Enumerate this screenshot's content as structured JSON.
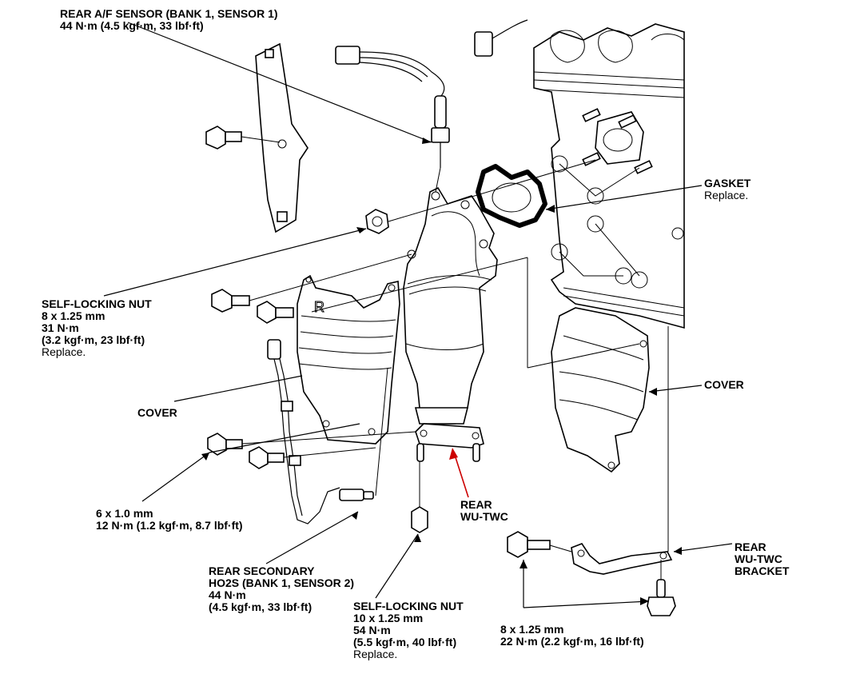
{
  "figure": {
    "title": "Rear Warm-Up Three-Way Catalytic Converter (WU-TWC) Removal/Installation",
    "highlight_color": "#cc0000",
    "line_color": "#000000",
    "background_color": "#ffffff"
  },
  "callouts": {
    "rear_af_sensor": {
      "line1": "REAR A/F SENSOR (BANK 1, SENSOR 1)",
      "line2": "44 N·m (4.5 kgf·m, 33 lbf·ft)"
    },
    "gasket": {
      "line1": "GASKET",
      "line2": "Replace."
    },
    "self_locking_nut_upper": {
      "line1": "SELF-LOCKING NUT",
      "line2": "8 x 1.25 mm",
      "line3": "31 N·m",
      "line4": "(3.2 kgf·m, 23 lbf·ft)",
      "line5": "Replace."
    },
    "cover_left": {
      "line1": "COVER"
    },
    "cover_right": {
      "line1": "COVER"
    },
    "bolt_6mm": {
      "line1": "6 x 1.0 mm",
      "line2": "12 N·m (1.2 kgf·m, 8.7 lbf·ft)"
    },
    "rear_wu_twc": {
      "line1": "REAR",
      "line2": "WU-TWC"
    },
    "rear_secondary_ho2s": {
      "line1": "REAR SECONDARY",
      "line2": "HO2S (BANK 1, SENSOR 2)",
      "line3": "44 N·m",
      "line4": "(4.5 kgf·m, 33 lbf·ft)"
    },
    "self_locking_nut_lower": {
      "line1": "SELF-LOCKING NUT",
      "line2": "10 x 1.25 mm",
      "line3": "54 N·m",
      "line4": "(5.5 kgf·m, 40 lbf·ft)",
      "line5": "Replace."
    },
    "bracket_bolt": {
      "line1": "8 x 1.25 mm",
      "line2": "22 N·m (2.2 kgf·m, 16 lbf·ft)"
    },
    "rear_wu_twc_bracket": {
      "line1": "REAR",
      "line2": "WU-TWC",
      "line3": "BRACKET"
    },
    "cover_marking": {
      "text": "R"
    }
  }
}
